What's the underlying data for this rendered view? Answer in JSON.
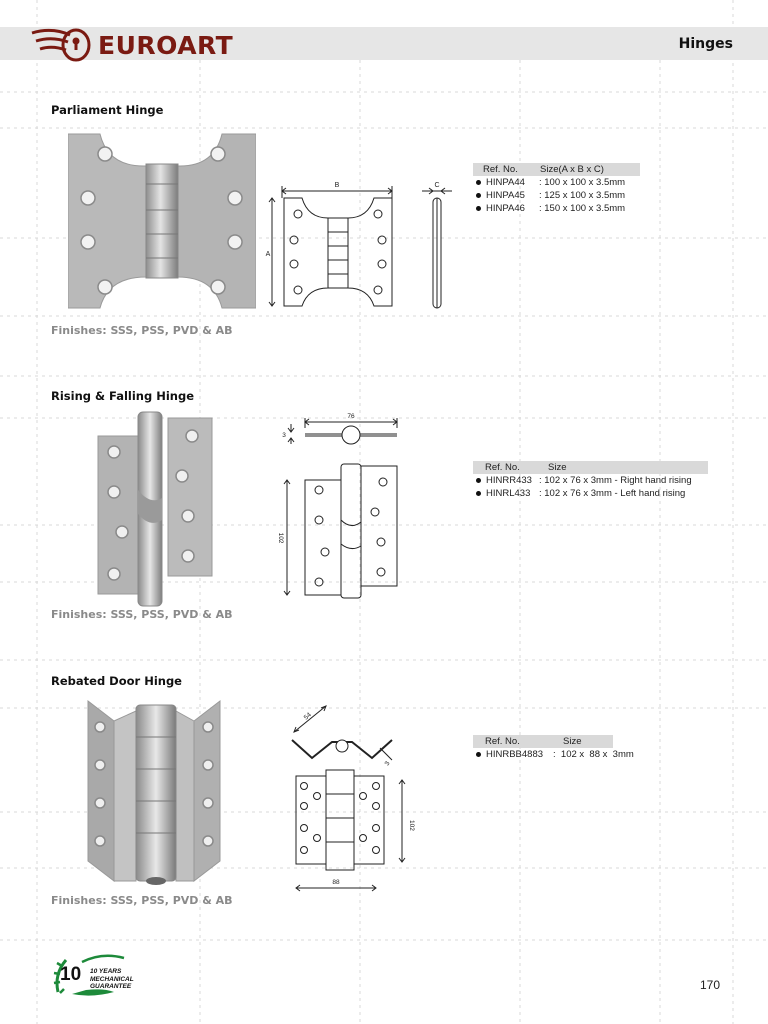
{
  "brand": {
    "name": "EUROART"
  },
  "header": {
    "category": "Hinges"
  },
  "sections": [
    {
      "title": "Parliament Hinge",
      "finishes": "Finishes: SSS, PSS, PVD & AB",
      "drawing_labels": {
        "b": "B",
        "a": "A",
        "c": "C"
      },
      "table": {
        "headers": [
          "Ref. No.",
          "Size(A x B x C)"
        ],
        "rows": [
          {
            "ref": "HINPA44",
            "size": ": 100 x 100 x 3.5mm"
          },
          {
            "ref": "HINPA45",
            "size": ": 125 x 100 x 3.5mm"
          },
          {
            "ref": "HINPA46",
            "size": ": 150 x 100 x 3.5mm"
          }
        ]
      }
    },
    {
      "title": "Rising & Falling Hinge",
      "finishes": "Finishes: SSS, PSS, PVD & AB",
      "drawing_labels": {
        "width": "76",
        "thickness": "3",
        "height": "102"
      },
      "table": {
        "headers": [
          "Ref. No.",
          "Size"
        ],
        "rows": [
          {
            "ref": "HINRR433",
            "size": ": 102 x 76 x 3mm - Right hand rising"
          },
          {
            "ref": "HINRL433",
            "size": ": 102 x 76 x 3mm - Left hand rising"
          }
        ]
      }
    },
    {
      "title": "Rebated Door Hinge",
      "finishes": "Finishes: SSS, PSS, PVD & AB",
      "drawing_labels": {
        "diag": "54",
        "thickness": "3",
        "height": "102",
        "width": "88"
      },
      "table": {
        "headers": [
          "Ref. No.",
          "Size"
        ],
        "rows": [
          {
            "ref": "HINRBB4883",
            "size": ":  102 x  88 x  3mm"
          }
        ]
      }
    }
  ],
  "guarantee": {
    "number": "10",
    "line1": "10 YEARS",
    "line2": "MECHANICAL",
    "line3": "GUARANTEE"
  },
  "page_number": "170",
  "colors": {
    "brand": "#7a1a12",
    "band": "#e6e6e6",
    "finish_text": "#8a8a8a",
    "table_header": "#d9d9d9",
    "leaf": "#b8b8b8"
  }
}
